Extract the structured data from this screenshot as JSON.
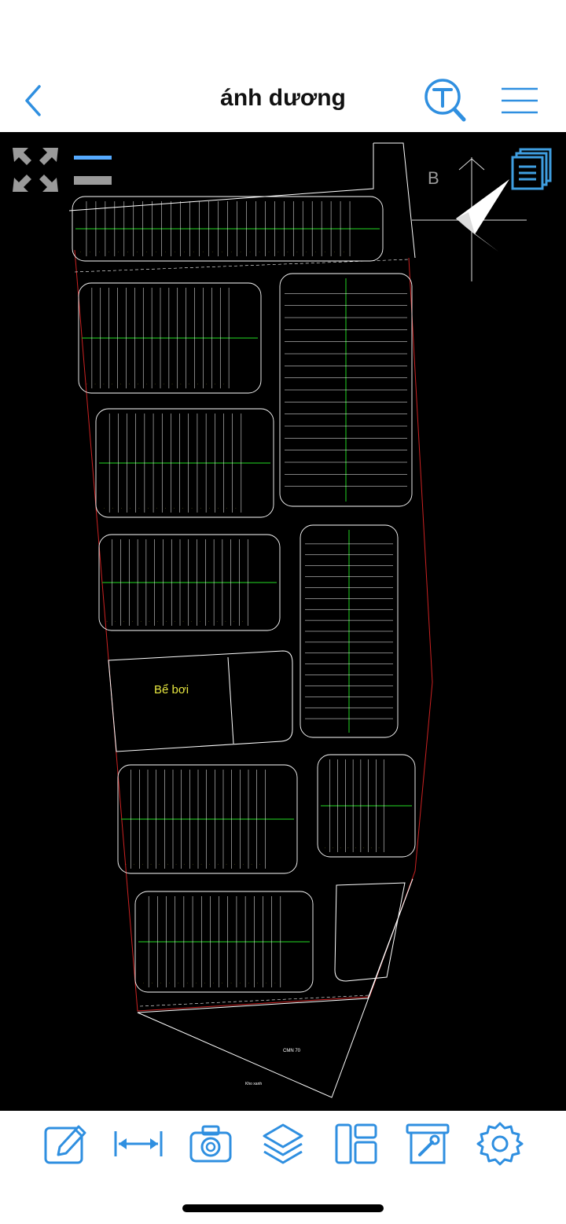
{
  "header": {
    "title": "ánh dương"
  },
  "plan": {
    "pool_label": "Bể bơi",
    "compass_letter": "B"
  },
  "colors": {
    "accent": "#2f8fe0",
    "canvas_bg": "#000000",
    "lot_line": "#ffffff",
    "road_line": "#1db01d",
    "boundary": "#cc2222",
    "label_yellow": "#e6e640"
  },
  "toolbar": {
    "items": [
      {
        "name": "edit-icon"
      },
      {
        "name": "measure-icon"
      },
      {
        "name": "camera-icon"
      },
      {
        "name": "layers-icon"
      },
      {
        "name": "layout-icon"
      },
      {
        "name": "tools-icon"
      },
      {
        "name": "settings-icon"
      }
    ]
  }
}
